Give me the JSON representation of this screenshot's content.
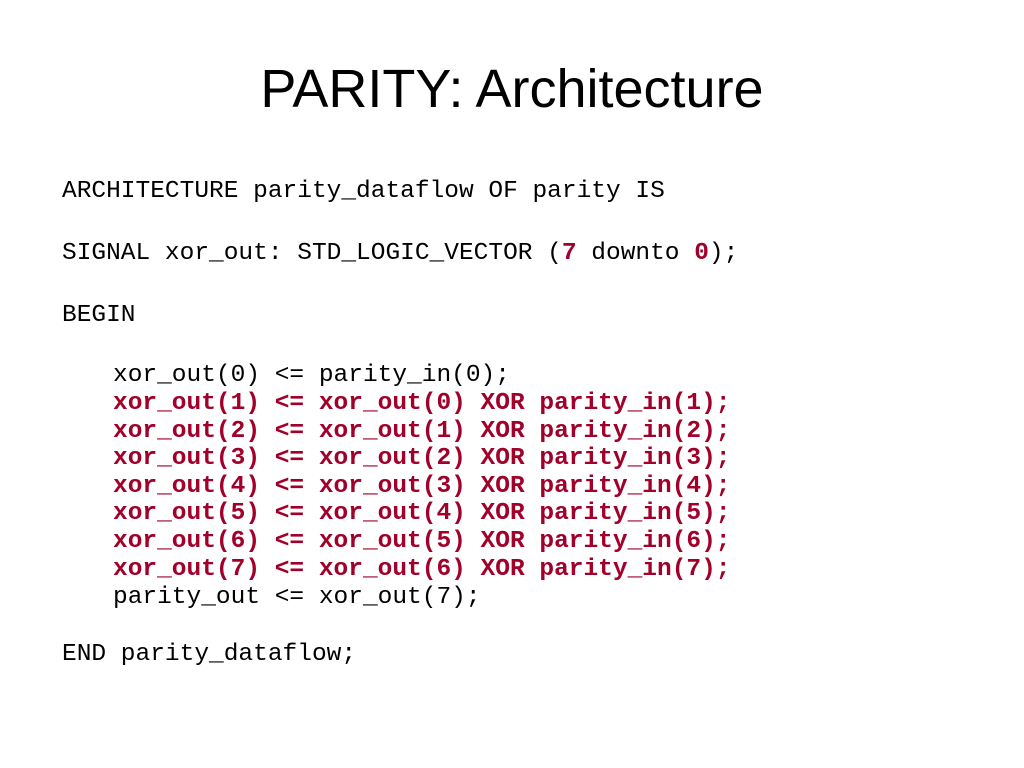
{
  "slide": {
    "title": "PARITY: Architecture"
  },
  "code": {
    "arch_decl": "ARCHITECTURE parity_dataflow OF parity IS",
    "signal": {
      "prefix": "SIGNAL xor_out: STD_LOGIC_VECTOR (",
      "high": "7",
      "mid": " downto ",
      "low": "0",
      "suffix": ");"
    },
    "begin": "BEGIN",
    "first_assign": "xor_out(0) <= parity_in(0);",
    "chain": [
      "xor_out(1) <= xor_out(0) XOR parity_in(1);",
      "xor_out(2) <= xor_out(1) XOR parity_in(2);",
      "xor_out(3) <= xor_out(2) XOR parity_in(3);",
      "xor_out(4) <= xor_out(3) XOR parity_in(4);",
      "xor_out(5) <= xor_out(4) XOR parity_in(5);",
      "xor_out(6) <= xor_out(5) XOR parity_in(6);",
      "xor_out(7) <= xor_out(6) XOR parity_in(7);"
    ],
    "output_assign": "parity_out <= xor_out(7);",
    "end": "END parity_dataflow;"
  },
  "colors": {
    "highlight": "#a0002a",
    "text": "#000000",
    "background": "#ffffff"
  }
}
